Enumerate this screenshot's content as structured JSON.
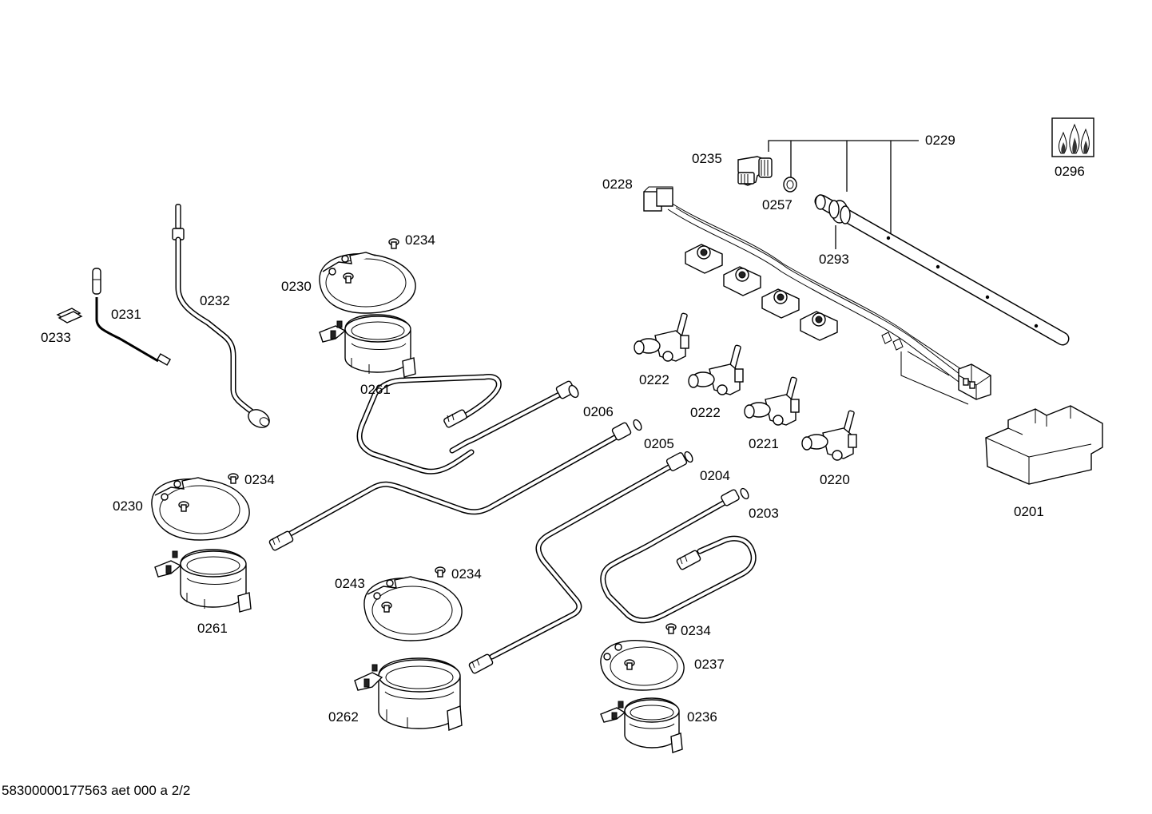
{
  "labels": {
    "p0201": "0201",
    "p0203": "0203",
    "p0204": "0204",
    "p0205": "0205",
    "p0206": "0206",
    "p0220": "0220",
    "p0221": "0221",
    "p0222a": "0222",
    "p0222b": "0222",
    "p0228": "0228",
    "p0229": "0229",
    "p0230a": "0230",
    "p0230b": "0230",
    "p0231": "0231",
    "p0232": "0232",
    "p0233": "0233",
    "p0234a": "0234",
    "p0234b": "0234",
    "p0234c": "0234",
    "p0234d": "0234",
    "p0235": "0235",
    "p0236": "0236",
    "p0237": "0237",
    "p0243": "0243",
    "p0257": "0257",
    "p0261a": "0261",
    "p0261b": "0261",
    "p0262": "0262",
    "p0293": "0293",
    "p0296": "0296"
  },
  "footer": {
    "doc_id": "58300000177563 aet 000 a 2/2"
  },
  "icons": {
    "gas_flame_symbol": "gas-flame-icon"
  }
}
